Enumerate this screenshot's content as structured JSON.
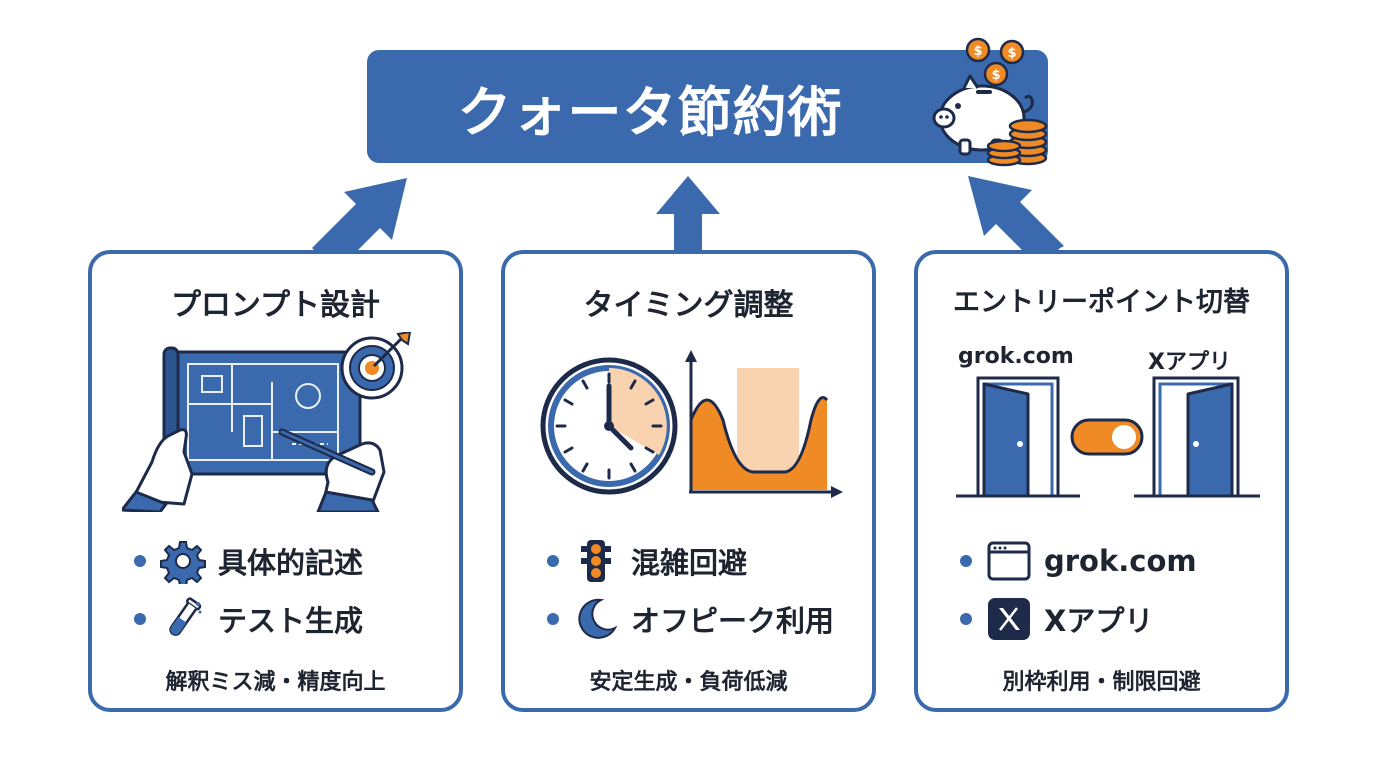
{
  "title": "クォータ節約術",
  "colors": {
    "primary": "#3a6aad",
    "accent_orange": "#f08a24",
    "light_orange": "#f9d2b0",
    "dark_navy": "#1e2a4a",
    "text": "#1e2430"
  },
  "panels": [
    {
      "title": "プロンプト設計",
      "illustration_icon": "blueprint-hands-target-icon",
      "bullets": [
        {
          "label": "具体的記述",
          "icon": "gear-icon"
        },
        {
          "label": "テスト生成",
          "icon": "test-tube-icon"
        }
      ],
      "footer": "解釈ミス減・精度向上"
    },
    {
      "title": "タイミング調整",
      "illustration_icon": "clock-load-chart-icon",
      "bullets": [
        {
          "label": "混雑回避",
          "icon": "traffic-light-icon"
        },
        {
          "label": "オフピーク利用",
          "icon": "moon-icon"
        }
      ],
      "footer": "安定生成・負荷低減"
    },
    {
      "title": "エントリーポイント切替",
      "illustration_icon": "doors-toggle-icon",
      "door_labels": [
        "grok.com",
        "Xアプリ"
      ],
      "bullets": [
        {
          "label": "grok.com",
          "icon": "browser-window-icon"
        },
        {
          "label": "Xアプリ",
          "icon": "x-logo-icon"
        }
      ],
      "footer": "別枠利用・制限回避"
    }
  ]
}
